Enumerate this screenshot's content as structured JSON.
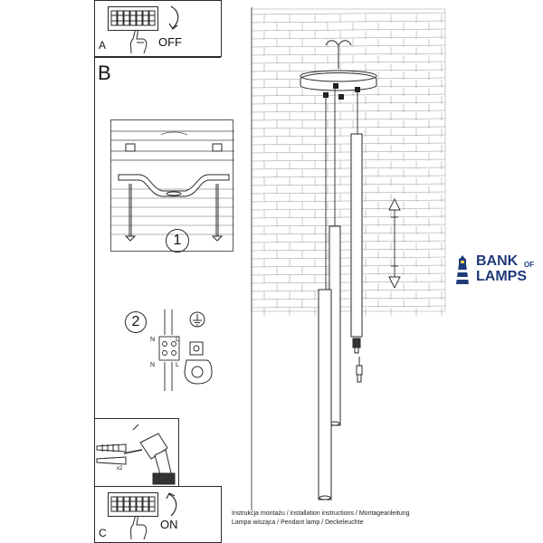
{
  "step_a": {
    "letter": "A",
    "switch_label": "OFF"
  },
  "step_b": {
    "letter": "B",
    "num1": "1",
    "num2": "2",
    "n1": "N",
    "l1": "L",
    "n2": "N",
    "l2": "L"
  },
  "step_c": {
    "letter": "C",
    "switch_label": "ON"
  },
  "drill": {
    "quantity": "x2"
  },
  "captions": {
    "line1": "Instrukcja montażu / installation instructions / Montageanleitung",
    "line2": "Lampa wisząca / Pendant lamp / Deckeleuchte"
  },
  "brand": {
    "word1": "BANK",
    "word_of": "OF",
    "word2": "LAMPS",
    "color": "#1f3b7a"
  },
  "colors": {
    "line": "#2a2a2a",
    "panel_border": "#2a2a2a"
  },
  "icons": [
    "fuse-box-icon",
    "hand-icon",
    "arrow-icon",
    "ground-symbol-icon",
    "wire-connector-icon",
    "screw-icon",
    "wall-plug-icon",
    "drill-icon",
    "lighthouse-icon"
  ]
}
